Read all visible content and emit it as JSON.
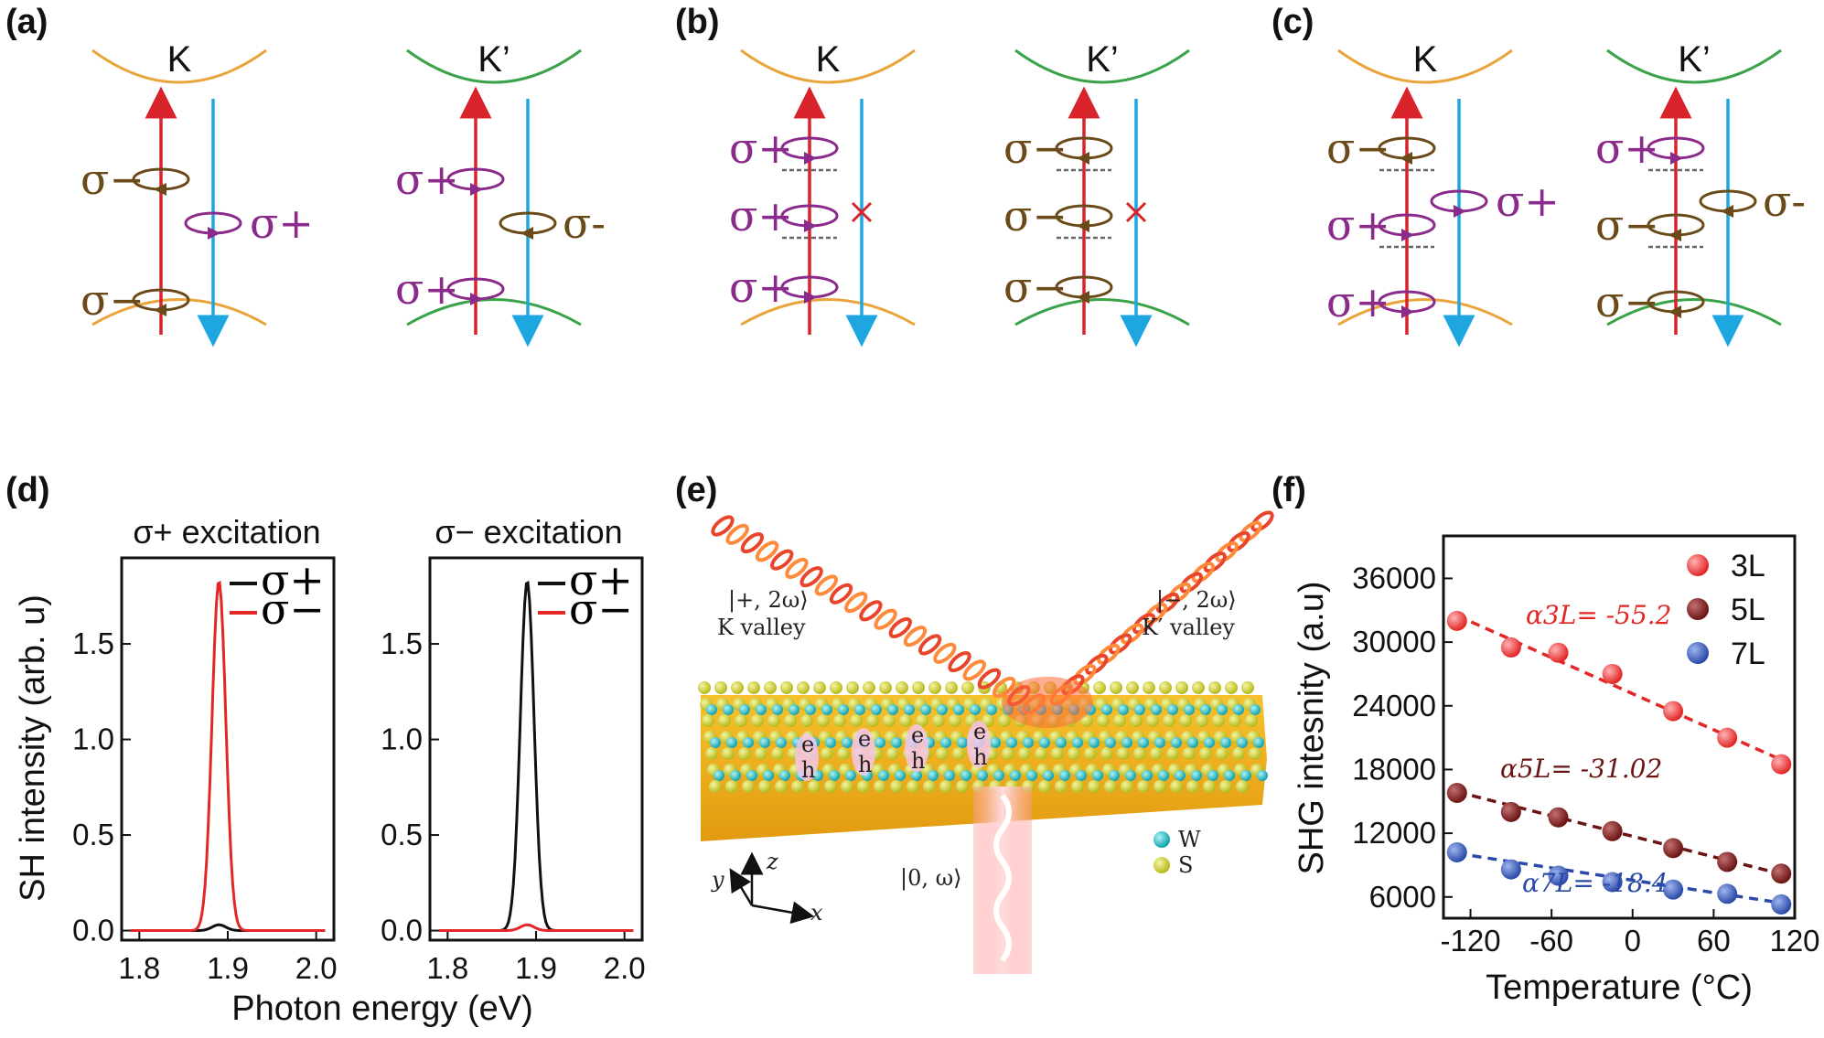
{
  "panels": {
    "a": {
      "label": "(a)"
    },
    "b": {
      "label": "(b)"
    },
    "c": {
      "label": "(c)"
    },
    "d": {
      "label": "(d)"
    },
    "e": {
      "label": "(e)"
    },
    "f": {
      "label": "(f)"
    }
  },
  "valleys": {
    "k": "K",
    "kp": "K’"
  },
  "sigma": {
    "plus": "σ+",
    "minus": "σ−",
    "minus_b": "σ-"
  },
  "colors": {
    "k_band": "#e9a53c",
    "kp_band": "#3aa34a",
    "excite": "#d8232a",
    "emit": "#1ea6e0",
    "plus": "#8a2a8a",
    "minus": "#6b4a1a"
  },
  "panel_d": {
    "titles": {
      "left": "σ+ excitation",
      "right": "σ− excitation"
    },
    "legend": {
      "plus": "σ+",
      "minus": "σ−"
    },
    "xlabel": "Photon energy (eV)",
    "ylabel": "SH intensity (arb. u)",
    "xticks": [
      "1.8",
      "1.9",
      "2.0",
      "1.8",
      "1.9",
      "2.0"
    ],
    "yticks": [
      "0.0",
      "0.5",
      "1.0",
      "1.5"
    ],
    "yticks_right": [
      "0.0",
      "0.5",
      "1.0",
      "1.5"
    ],
    "series_left": {
      "plus_peak": 0.03,
      "minus_peak": 1.83,
      "center": 1.89
    },
    "series_right": {
      "plus_peak": 1.83,
      "minus_peak": 0.03,
      "center": 1.89
    }
  },
  "panel_e": {
    "k_state": "|+, 2ω⟩",
    "k_valley": "K valley",
    "kp_state": "|−, 2ω⟩",
    "kp_valley": "K′ valley",
    "in_state": "|0, ω⟩",
    "legend_w": "W",
    "legend_s": "S",
    "axis_x": "x",
    "axis_y": "y",
    "axis_z": "z",
    "eh": [
      "e",
      "h"
    ]
  },
  "chart_data": {
    "type": "scatter",
    "xlabel": "Temperature (°C)",
    "ylabel": "SHG intesnity (a.u)",
    "xlim": [
      -140,
      120
    ],
    "ylim": [
      4000,
      40000
    ],
    "xticks": [
      "-120",
      "-60",
      "0",
      "60",
      "120"
    ],
    "yticks": [
      "6000",
      "12000",
      "18000",
      "24000",
      "30000",
      "36000"
    ],
    "legend_position": "top-right",
    "series": [
      {
        "name": "3L",
        "color": "#e32626",
        "x": [
          -130,
          -90,
          -55,
          -15,
          30,
          70,
          110
        ],
        "y": [
          32000,
          29500,
          29000,
          27000,
          23500,
          21000,
          18500
        ],
        "fit": [
          32500,
          18800
        ],
        "alpha": "α3L= -55.2"
      },
      {
        "name": "5L",
        "color": "#6b1414",
        "x": [
          -130,
          -90,
          -55,
          -15,
          30,
          70,
          110
        ],
        "y": [
          15800,
          14000,
          13500,
          12200,
          10600,
          9300,
          8200
        ],
        "fit": [
          15900,
          8100
        ],
        "alpha": "α5L= -31.02"
      },
      {
        "name": "7L",
        "color": "#2b4aa8",
        "x": [
          -130,
          -90,
          -55,
          -15,
          30,
          70,
          110
        ],
        "y": [
          10200,
          8600,
          8000,
          7400,
          6700,
          6300,
          5300
        ],
        "fit": [
          10100,
          5400
        ],
        "alpha": "α7L= -18.4"
      }
    ]
  }
}
